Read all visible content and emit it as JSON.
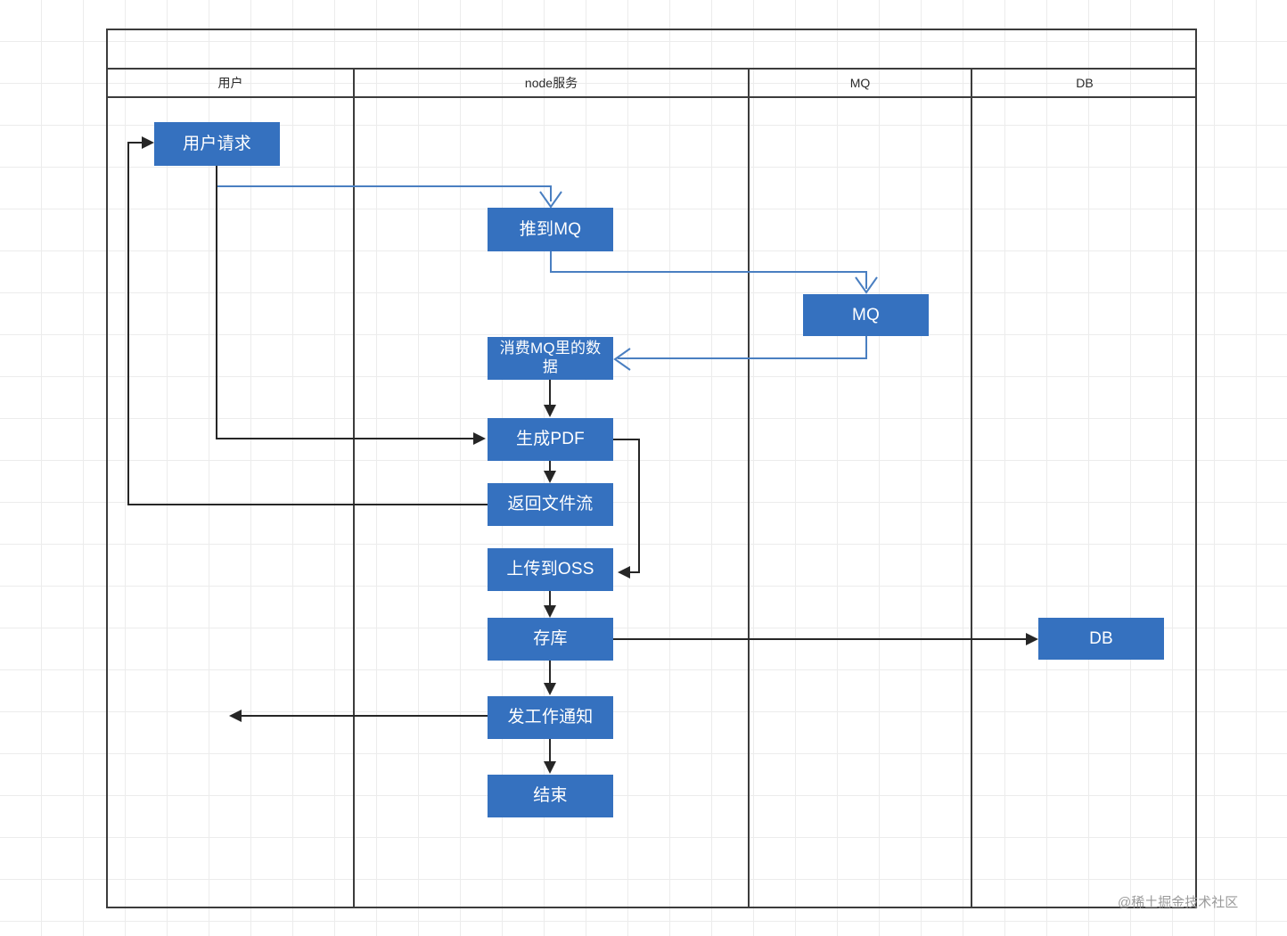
{
  "diagram": {
    "title": "",
    "watermark": "@稀土掘金技术社区",
    "colors": {
      "node_fill": "#3571bf",
      "node_text": "#ffffff",
      "frame_stroke": "#3c3c3c",
      "connector_black": "#262626",
      "connector_blue": "#4a7fc1",
      "grid": "#ececec",
      "background": "#ffffff"
    },
    "lanes": [
      {
        "id": "lane-user",
        "label": "用户"
      },
      {
        "id": "lane-node",
        "label": "node服务"
      },
      {
        "id": "lane-mq",
        "label": "MQ"
      },
      {
        "id": "lane-db",
        "label": "DB"
      }
    ],
    "nodes": [
      {
        "id": "node-user-request",
        "label": "用户请求",
        "lane": "用户"
      },
      {
        "id": "node-push-to-mq",
        "label": "推到MQ",
        "lane": "node服务"
      },
      {
        "id": "node-mq",
        "label": "MQ",
        "lane": "MQ"
      },
      {
        "id": "node-consume-mq",
        "label": "消费MQ里的数据",
        "lane": "node服务"
      },
      {
        "id": "node-generate-pdf",
        "label": "生成PDF",
        "lane": "node服务"
      },
      {
        "id": "node-return-stream",
        "label": "返回文件流",
        "lane": "node服务"
      },
      {
        "id": "node-upload-oss",
        "label": "上传到OSS",
        "lane": "node服务"
      },
      {
        "id": "node-store-db",
        "label": "存库",
        "lane": "node服务"
      },
      {
        "id": "node-send-notice",
        "label": "发工作通知",
        "lane": "node服务"
      },
      {
        "id": "node-end",
        "label": "结束",
        "lane": "node服务"
      },
      {
        "id": "node-db",
        "label": "DB",
        "lane": "DB"
      }
    ],
    "edges": [
      {
        "id": "edge-user-request-to-push-to-mq",
        "from": "用户请求",
        "to": "推到MQ",
        "style": "blue"
      },
      {
        "id": "edge-push-to-mq-to-mq",
        "from": "推到MQ",
        "to": "MQ",
        "style": "blue"
      },
      {
        "id": "edge-mq-to-consume-mq",
        "from": "MQ",
        "to": "消费MQ里的数据",
        "style": "blue"
      },
      {
        "id": "edge-consume-mq-to-generate-pdf",
        "from": "消费MQ里的数据",
        "to": "生成PDF",
        "style": "black"
      },
      {
        "id": "edge-user-request-to-generate-pdf",
        "from": "用户请求",
        "to": "生成PDF",
        "style": "black"
      },
      {
        "id": "edge-generate-pdf-to-return-stream",
        "from": "生成PDF",
        "to": "返回文件流",
        "style": "black"
      },
      {
        "id": "edge-return-stream-to-user-request",
        "from": "返回文件流",
        "to": "用户请求",
        "style": "black"
      },
      {
        "id": "edge-generate-pdf-to-upload-oss",
        "from": "生成PDF",
        "to": "上传到OSS",
        "style": "black"
      },
      {
        "id": "edge-upload-oss-to-store-db",
        "from": "上传到OSS",
        "to": "存库",
        "style": "black"
      },
      {
        "id": "edge-store-db-to-db",
        "from": "存库",
        "to": "DB",
        "style": "black"
      },
      {
        "id": "edge-store-db-to-send-notice",
        "from": "存库",
        "to": "发工作通知",
        "style": "black"
      },
      {
        "id": "edge-send-notice-to-user",
        "from": "发工作通知",
        "to": "用户",
        "style": "black"
      },
      {
        "id": "edge-send-notice-to-end",
        "from": "发工作通知",
        "to": "结束",
        "style": "black"
      }
    ]
  }
}
